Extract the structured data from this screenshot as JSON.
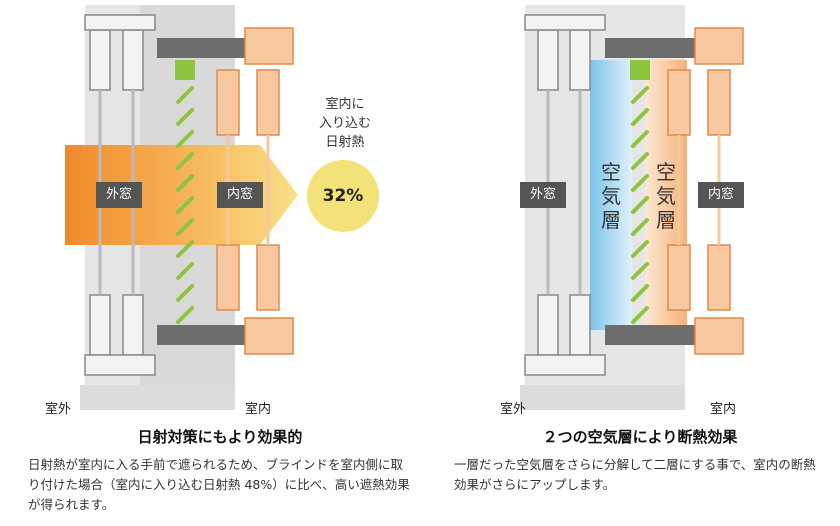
{
  "left": {
    "outer_window_tag": "外窓",
    "inner_window_tag": "内窓",
    "note": "室内に\n入り込む\n日射熱",
    "percent": "32%",
    "outdoor_label": "室外",
    "indoor_label": "室内",
    "title": "日射対策にもより効果的",
    "description": "日射熱が室内に入る手前で遮られるため、ブラインドを室内側に取り付けた場合（室内に入り込む日射熱 48%）に比べ、高い遮熱効果が得られます。"
  },
  "right": {
    "outer_window_tag": "外窓",
    "inner_window_tag": "内窓",
    "air_layer_1": "空気層",
    "air_layer_2": "空気層",
    "outdoor_label": "室外",
    "indoor_label": "室内",
    "title": "２つの空気層により断熱効果",
    "description": "一層だった空気層をさらに分解して二層にする事で、室内の断熱効果がさらにアップします。"
  },
  "colors": {
    "heat_arrow": "#f08a2a",
    "inner_frame": "#f4a868",
    "blind_slat": "#8cc63f",
    "air_blue": "#a9d8f0",
    "air_orange": "#f8c9a0",
    "percent_circle": "#f3e27a"
  }
}
